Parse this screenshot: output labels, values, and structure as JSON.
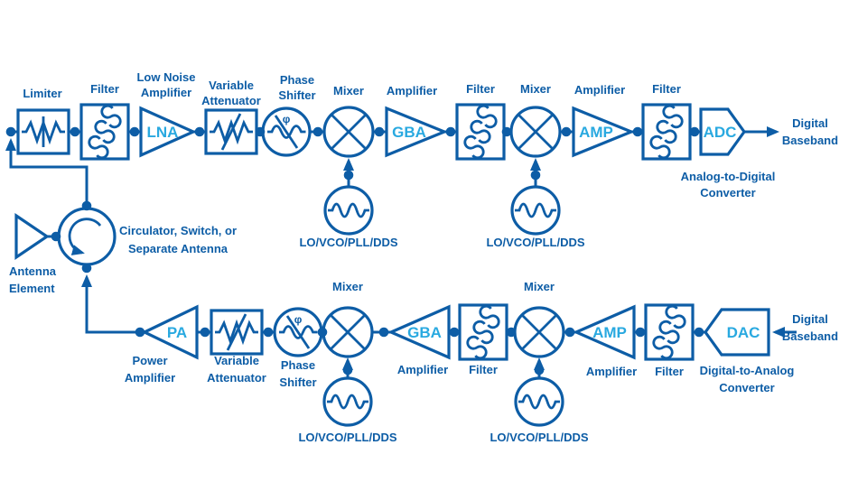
{
  "colors": {
    "primary": "#0d5da6",
    "accent": "#29a9e0",
    "background": "#ffffff"
  },
  "receive_chain": {
    "limiter_label": "Limiter",
    "filter1_label": "Filter",
    "lna_label1": "Low Noise",
    "lna_label2": "Amplifier",
    "lna_text": "LNA",
    "atten_label1": "Variable",
    "atten_label2": "Attenuator",
    "phase_label1": "Phase",
    "phase_label2": "Shifter",
    "phase_symbol": "φ",
    "mixer1_label": "Mixer",
    "lo1_label": "LO/VCO/PLL/DDS",
    "gba_text": "GBA",
    "gba_label": "Amplifier",
    "filter2_label": "Filter",
    "mixer2_label": "Mixer",
    "lo2_label": "LO/VCO/PLL/DDS",
    "amp_text": "AMP",
    "amp_label": "Amplifier",
    "filter3_label": "Filter",
    "adc_text": "ADC",
    "adc_label1": "Analog-to-Digital",
    "adc_label2": "Converter",
    "output_label1": "Digital",
    "output_label2": "Baseband"
  },
  "front_end": {
    "antenna_label1": "Antenna",
    "antenna_label2": "Element",
    "circulator_label1": "Circulator, Switch, or",
    "circulator_label2": "Separate Antenna"
  },
  "transmit_chain": {
    "pa_text": "PA",
    "pa_label1": "Power",
    "pa_label2": "Amplifier",
    "atten_label1": "Variable",
    "atten_label2": "Attenuator",
    "phase_label1": "Phase",
    "phase_label2": "Shifter",
    "phase_symbol": "φ",
    "mixer1_label": "Mixer",
    "lo1_label": "LO/VCO/PLL/DDS",
    "gba_text": "GBA",
    "gba_label": "Amplifier",
    "filter1_label": "Filter",
    "mixer2_label": "Mixer",
    "lo2_label": "LO/VCO/PLL/DDS",
    "amp_text": "AMP",
    "amp_label": "Amplifier",
    "filter2_label": "Filter",
    "dac_text": "DAC",
    "dac_label1": "Digital-to-Analog",
    "dac_label2": "Converter",
    "input_label1": "Digital",
    "input_label2": "Baseband"
  }
}
